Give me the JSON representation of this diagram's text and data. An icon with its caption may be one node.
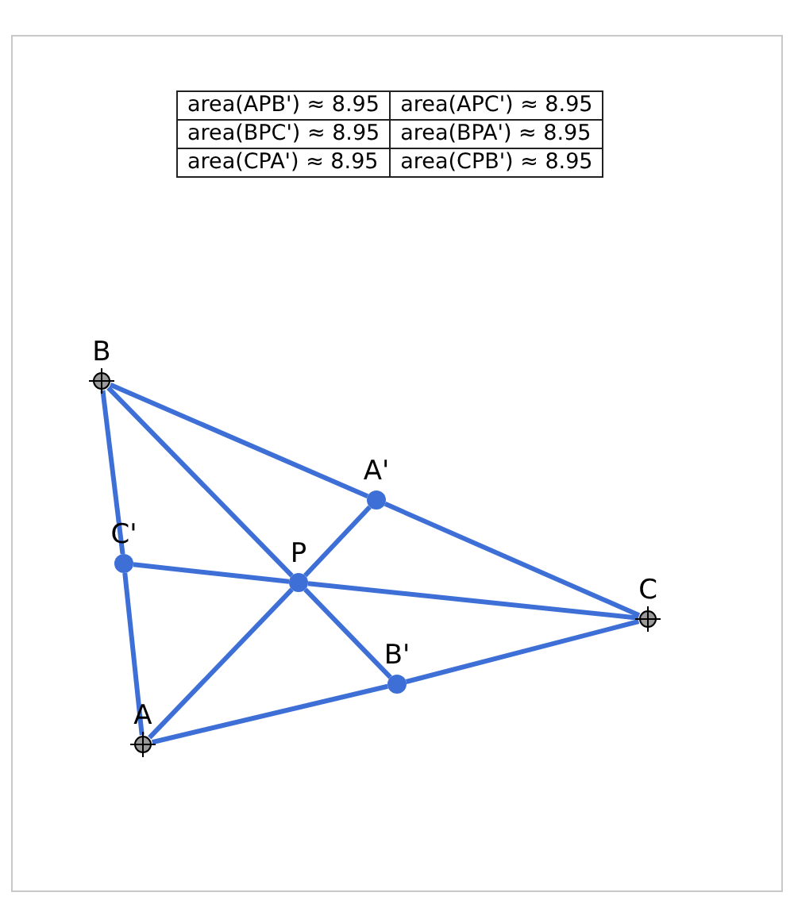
{
  "diagram": {
    "nodes": [
      {
        "text": [
          "A"
        ]
      },
      {
        "text": [
          "B"
        ]
      },
      {
        "text": [
          "C"
        ]
      },
      {
        "text": [
          "A'"
        ]
      },
      {
        "text": [
          "B'"
        ]
      },
      {
        "text": [
          "C'"
        ]
      },
      {
        "text": [
          "P"
        ]
      }
    ],
    "edges": [
      {
        "from": 1,
        "to": 3,
        "arrow": "none"
      },
      {
        "from": 3,
        "to": 2,
        "arrow": "none"
      },
      {
        "from": 2,
        "to": 4,
        "arrow": "none"
      },
      {
        "from": 4,
        "to": 0,
        "arrow": "none"
      },
      {
        "from": 0,
        "to": 5,
        "arrow": "none"
      },
      {
        "from": 5,
        "to": 1,
        "arrow": "none"
      },
      {
        "from": 1,
        "to": 6,
        "arrow": "none"
      },
      {
        "from": 6,
        "to": 4,
        "arrow": "none"
      },
      {
        "from": 0,
        "to": 6,
        "arrow": "none"
      },
      {
        "from": 6,
        "to": 3,
        "arrow": "none"
      },
      {
        "from": 5,
        "to": 6,
        "arrow": "none"
      },
      {
        "from": 6,
        "to": 2,
        "arrow": "none"
      }
    ],
    "labels": [
      "area(APB') ≈ 8.95",
      "area(APC') ≈ 8.95",
      "area(BPC') ≈ 8.95",
      "area(BPA') ≈ 8.95",
      "area(CPA') ≈ 8.95",
      "area(CPB') ≈ 8.95"
    ]
  }
}
